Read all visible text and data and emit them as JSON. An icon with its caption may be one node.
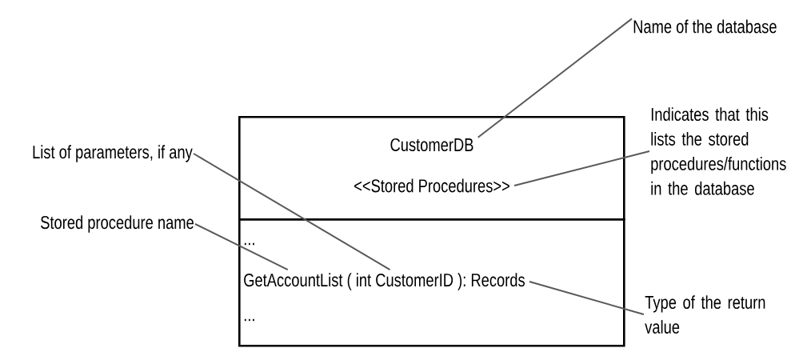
{
  "diagram": {
    "nodes": [
      {
        "text": [
          "List of parameters, if any"
        ]
      },
      {
        "text": [
          "Stored procedure name"
        ]
      },
      {
        "text": [
          "Name of the database"
        ]
      },
      {
        "text": [
          "Indicates that this lists the stored procedures/functions in the database"
        ]
      },
      {
        "text": [
          "Type of the return value"
        ]
      },
      {
        "text": [],
        "shape": "box"
      },
      {
        "text": [],
        "shape": "box"
      },
      {
        "text": [
          "CustomerDB"
        ],
        "in": 5
      },
      {
        "text": [
          "<<Stored Procedures>>"
        ],
        "in": 5
      },
      {
        "text": [
          "..."
        ],
        "in": 6
      },
      {
        "text": [
          "GetAccountList ( int CustomerID ): Records"
        ],
        "in": 6
      },
      {
        "text": [
          "..."
        ],
        "in": 6
      }
    ],
    "edges": [
      {
        "from": 0,
        "to": 10,
        "arrow": "none"
      },
      {
        "from": 1,
        "to": 10,
        "arrow": "none"
      },
      {
        "from": 2,
        "to": 7,
        "arrow": "none"
      },
      {
        "from": 3,
        "to": 8,
        "arrow": "none"
      },
      {
        "from": 4,
        "to": 10,
        "arrow": "none"
      }
    ]
  }
}
